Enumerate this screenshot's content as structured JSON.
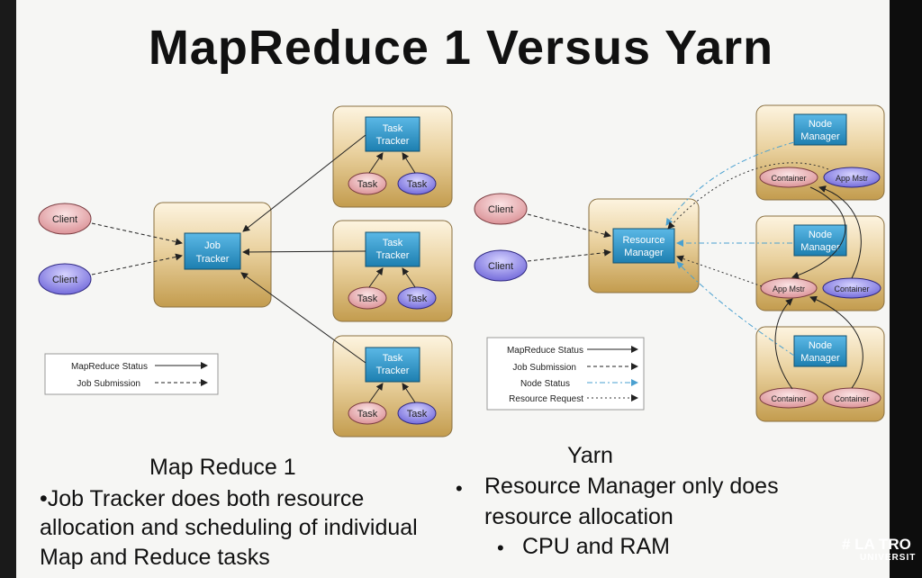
{
  "slide": {
    "title": "MapReduce 1 Versus Yarn"
  },
  "mr1": {
    "clients": [
      "Client",
      "Client"
    ],
    "job_tracker": [
      "Job",
      "Tracker"
    ],
    "task_tracker": [
      "Task",
      "Tracker"
    ],
    "task": "Task",
    "legend": [
      "MapReduce Status",
      "Job Submission"
    ]
  },
  "yarn": {
    "clients": [
      "Client",
      "Client"
    ],
    "resource_manager": [
      "Resource",
      "Manager"
    ],
    "node_manager": [
      "Node",
      "Manager"
    ],
    "container": "Container",
    "app_master": "App Mstr",
    "legend": [
      "MapReduce Status",
      "Job Submission",
      "Node Status",
      "Resource Request"
    ]
  },
  "text": {
    "mr1_heading": "Map Reduce 1",
    "mr1_lines": [
      "•Job Tracker does both resource",
      "allocation and scheduling of individual",
      "Map and Reduce tasks"
    ],
    "yarn_heading": "Yarn",
    "yarn_bullet_1": "Resource Manager only does",
    "yarn_bullet_1_cont": "resource allocation",
    "yarn_bullet_2": "CPU and RAM",
    "bullet": "•"
  },
  "logo": {
    "line1": "# LA TRO",
    "line2": "UNIVERSIT"
  },
  "colors": {
    "node_box_top": "#fdf4e0",
    "node_box_bottom": "#c8a55a",
    "tracker_box": "#2f97c8",
    "task_pink": "#e8a6aa",
    "task_purple": "#8a83e6",
    "yarn_blue_line": "#4aa0d0"
  }
}
